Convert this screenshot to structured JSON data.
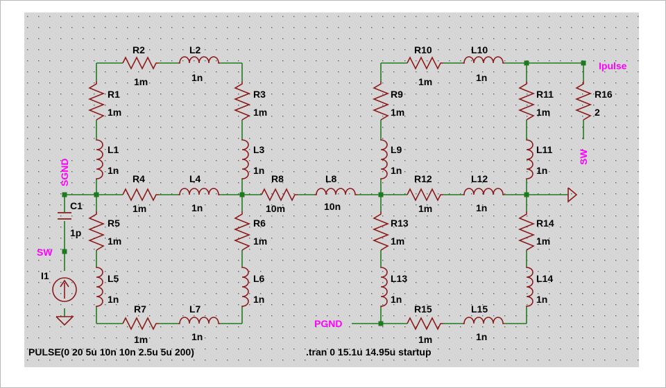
{
  "colors": {
    "background": "#d6d6d6",
    "grid_dot": "#5a5a5a",
    "wire": "#1f7a1f",
    "component": "#8b1a1a",
    "junction": "#1f7a1f",
    "net_label": "#ff00ff",
    "text": "#000000"
  },
  "components": {
    "R1": {
      "ref": "R1",
      "value": "1m"
    },
    "R2": {
      "ref": "R2",
      "value": "1m"
    },
    "R3": {
      "ref": "R3",
      "value": "1m"
    },
    "R4": {
      "ref": "R4",
      "value": "1m"
    },
    "R5": {
      "ref": "R5",
      "value": "1m"
    },
    "R6": {
      "ref": "R6",
      "value": "1m"
    },
    "R7": {
      "ref": "R7",
      "value": "1m"
    },
    "R8": {
      "ref": "R8",
      "value": "10m"
    },
    "R9": {
      "ref": "R9",
      "value": "1m"
    },
    "R10": {
      "ref": "R10",
      "value": "1m"
    },
    "R11": {
      "ref": "R11",
      "value": "1m"
    },
    "R12": {
      "ref": "R12",
      "value": "1m"
    },
    "R13": {
      "ref": "R13",
      "value": "1m"
    },
    "R14": {
      "ref": "R14",
      "value": "1m"
    },
    "R15": {
      "ref": "R15",
      "value": "1m"
    },
    "R16": {
      "ref": "R16",
      "value": "2"
    },
    "L1": {
      "ref": "L1",
      "value": "1n"
    },
    "L2": {
      "ref": "L2",
      "value": "1n"
    },
    "L3": {
      "ref": "L3",
      "value": "1n"
    },
    "L4": {
      "ref": "L4",
      "value": "1n"
    },
    "L5": {
      "ref": "L5",
      "value": "1n"
    },
    "L6": {
      "ref": "L6",
      "value": "1n"
    },
    "L7": {
      "ref": "L7",
      "value": "1n"
    },
    "L8": {
      "ref": "L8",
      "value": "10n"
    },
    "L9": {
      "ref": "L9",
      "value": "1n"
    },
    "L10": {
      "ref": "L10",
      "value": "1n"
    },
    "L11": {
      "ref": "L11",
      "value": "1n"
    },
    "L12": {
      "ref": "L12",
      "value": "1n"
    },
    "L13": {
      "ref": "L13",
      "value": "1n"
    },
    "L14": {
      "ref": "L14",
      "value": "1n"
    },
    "L15": {
      "ref": "L15",
      "value": "1n"
    },
    "C1": {
      "ref": "C1",
      "value": "1p"
    },
    "I1": {
      "ref": "I1",
      "value": "PULSE(0 20 5u 10n 10n 2.5u 5u 200)"
    }
  },
  "net_labels": {
    "sgnd": "SGND",
    "sw_left": "SW",
    "sw_right": "SW",
    "ipulse": "Ipulse",
    "pgnd": "PGND"
  },
  "directives": {
    "tran": ".tran 0 15.1u 14.95u startup"
  }
}
